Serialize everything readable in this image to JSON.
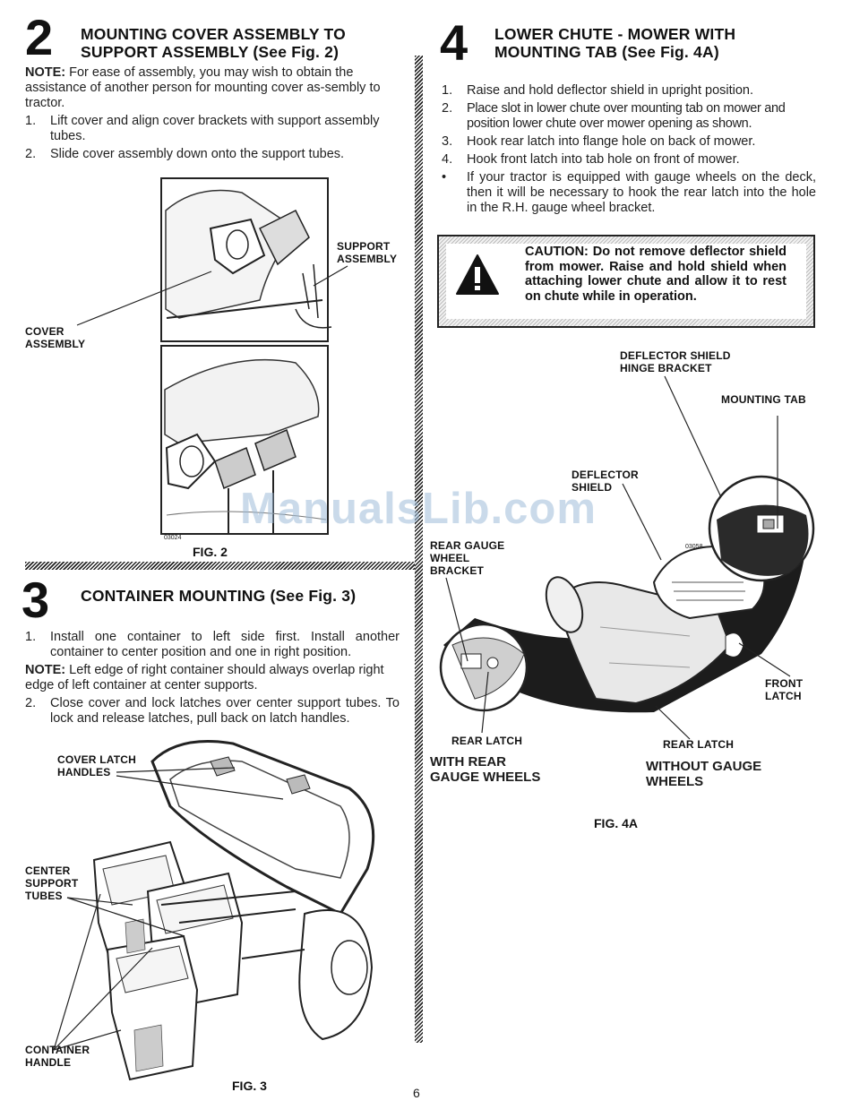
{
  "sections": {
    "s2": {
      "number": "2",
      "title_line1": "MOUNTING COVER ASSEMBLY TO",
      "title_line2": "SUPPORT ASSEMBLY (See Fig. 2)",
      "note_label": "NOTE:",
      "note_text": " For ease of assembly, you may wish to obtain the assistance of another person for mounting cover as-sembly to tractor.",
      "steps": [
        {
          "num": "1.",
          "text": "Lift cover and align cover brackets with support assembly tubes."
        },
        {
          "num": "2.",
          "text": "Slide cover assembly down onto the support tubes."
        }
      ],
      "fig_labels": {
        "support_assembly": "SUPPORT ASSEMBLY",
        "cover_assembly": "COVER ASSEMBLY",
        "code": "03024"
      },
      "fig_caption": "FIG. 2"
    },
    "s3": {
      "number": "3",
      "title": "CONTAINER MOUNTING (See Fig. 3)",
      "step1_num": "1.",
      "step1_text": "Install one container to left side first. Install another container to center position and one in right position.",
      "note_label": "NOTE:",
      "note_text": " Left edge of right container should always overlap right edge of left container at  center supports.",
      "step2_num": "2.",
      "step2_text": "Close cover and lock latches over center support tubes. To lock and release latches, pull back on latch handles.",
      "fig_labels": {
        "cover_latch_handles": "COVER LATCH HANDLES",
        "center_support_tubes": "CENTER SUPPORT TUBES",
        "container_handle": "CONTAINER HANDLE"
      },
      "fig_caption": "FIG. 3"
    },
    "s4": {
      "number": "4",
      "title_line1": "LOWER CHUTE - MOWER WITH",
      "title_line2": "MOUNTING TAB (See Fig. 4A)",
      "steps": [
        {
          "num": "1.",
          "text": "Raise and hold deflector shield in upright position."
        },
        {
          "num": "2.",
          "text": "Place slot in lower chute over mounting tab on mower and position lower chute over mower opening as shown."
        },
        {
          "num": "3.",
          "text": "Hook rear latch into flange hole on back of mower."
        },
        {
          "num": "4.",
          "text": "Hook front latch into tab hole on front of mower."
        },
        {
          "num": "•",
          "text": "If your tractor is equipped with gauge wheels on the deck, then it will be necessary to hook the rear latch into the hole in the R.H. gauge wheel bracket."
        }
      ],
      "caution": "CAUTION: Do not remove deflector shield from mower. Raise and hold shield when attaching lower chute and allow it to rest on chute while in operation.",
      "fig_labels": {
        "deflector_hinge": "DEFLECTOR SHIELD HINGE BRACKET",
        "mounting_tab": "MOUNTING TAB",
        "deflector_shield": "DEFLECTOR SHIELD",
        "rear_gauge_bracket": "REAR GAUGE WHEEL BRACKET",
        "front_latch": "FRONT LATCH",
        "rear_latch_left": "REAR LATCH",
        "rear_latch_right": "REAR LATCH",
        "with_rear": "WITH REAR GAUGE WHEELS",
        "without": "WITHOUT GAUGE WHEELS",
        "code": "03058"
      },
      "fig_caption": "FIG. 4A"
    }
  },
  "watermark": "ManualsLib.com",
  "page_number": "6"
}
